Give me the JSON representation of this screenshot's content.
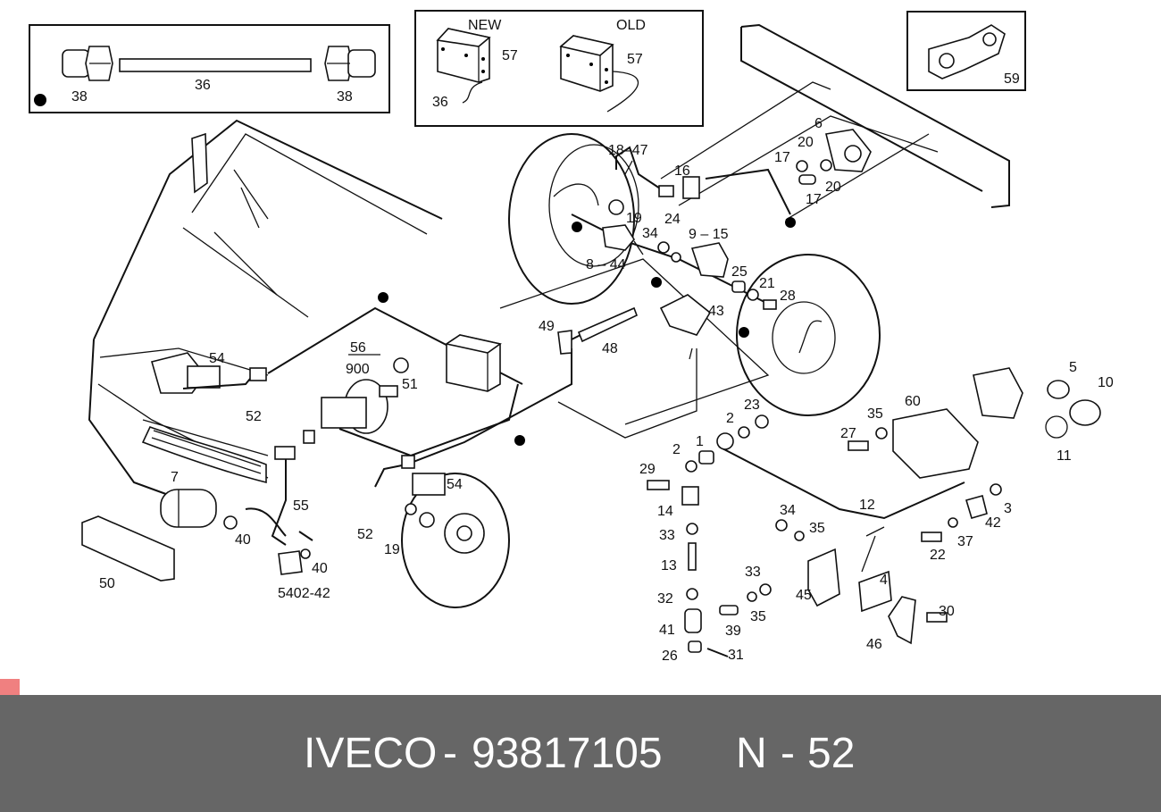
{
  "colors": {
    "footer_bg": "#666666",
    "footer_text": "#ffffff",
    "marker": "#f08080",
    "ink": "#111111"
  },
  "insets": {
    "pipe": {
      "labels": [
        "38",
        "36",
        "38"
      ]
    },
    "valve": {
      "new_label": "NEW",
      "old_label": "OLD",
      "new_part": "57",
      "old_part": "57",
      "pipe_part": "36"
    },
    "clip": {
      "part": "59"
    }
  },
  "callouts": [
    "18–47",
    "6",
    "20",
    "17",
    "16",
    "20",
    "17",
    "19",
    "24",
    "34",
    "9 – 15",
    "8 – 44",
    "25",
    "21",
    "28",
    "43",
    "49",
    "48",
    "54",
    "56",
    "900",
    "51",
    "52",
    "7",
    "55",
    "40",
    "40",
    "5402-42",
    "50",
    "54",
    "52",
    "19",
    "2",
    "1",
    "23",
    "29",
    "2",
    "14",
    "33",
    "13",
    "32",
    "41",
    "26",
    "31",
    "39",
    "35",
    "33",
    "34",
    "35",
    "45",
    "4",
    "46",
    "30",
    "22",
    "37",
    "42",
    "3",
    "12",
    "60",
    "35",
    "27",
    "5",
    "10",
    "11"
  ],
  "footer": {
    "brand": "IVECO",
    "separator1": "-",
    "part_number": "93817105",
    "page_prefix": "N",
    "separator2": "-",
    "page_number": "52"
  }
}
